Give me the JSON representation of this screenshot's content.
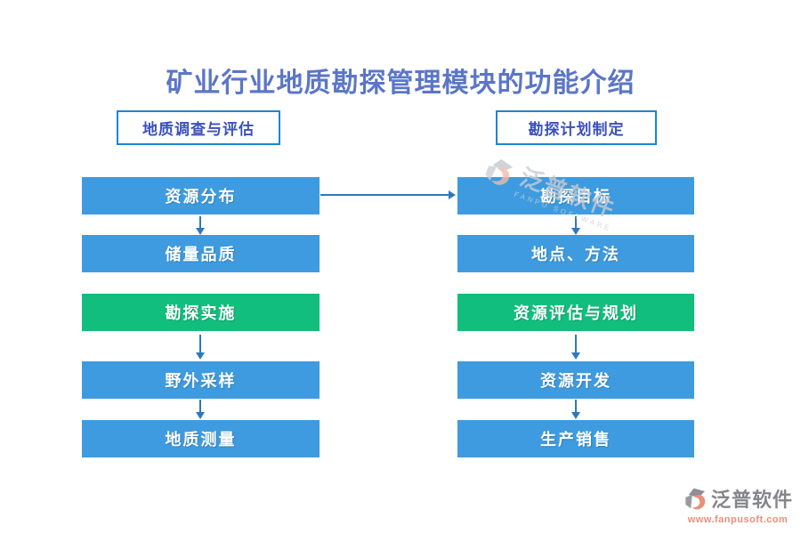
{
  "title": {
    "text": "矿业行业地质勘探管理模块的功能介绍"
  },
  "colors": {
    "box_blue": "#3E9BDF",
    "box_green": "#12BE7D",
    "arrow_blue": "#2E79BE",
    "title_blue": "#5B76C8",
    "header_border": "#1D85D3",
    "header_text": "#3A50BE",
    "logo_gray": "#85858D",
    "logo_salmon": "#E8907A"
  },
  "columns": [
    {
      "header": "地质调查与评估",
      "boxes": [
        {
          "label": "资源分布",
          "variant": "blue"
        },
        {
          "label": "储量品质",
          "variant": "blue"
        },
        {
          "label": "勘探实施",
          "variant": "green"
        },
        {
          "label": "野外采样",
          "variant": "blue"
        },
        {
          "label": "地质测量",
          "variant": "blue"
        }
      ]
    },
    {
      "header": "勘探计划制定",
      "boxes": [
        {
          "label": "勘探目标",
          "variant": "blue"
        },
        {
          "label": "地点、方法",
          "variant": "blue"
        },
        {
          "label": "资源评估与规划",
          "variant": "green"
        },
        {
          "label": "资源开发",
          "variant": "blue"
        },
        {
          "label": "生产销售",
          "variant": "blue"
        }
      ]
    }
  ],
  "connections": [
    "资源分布 → 储量品质",
    "资源分布 → 勘探目标",
    "勘探实施 → 野外采样",
    "野外采样 → 地质测量",
    "勘探目标 → 地点、方法",
    "资源评估与规划 → 资源开发",
    "资源开发 → 生产销售"
  ],
  "watermark": {
    "brand": "泛普软件",
    "subtitle": "FANPU SOFTWARE"
  },
  "footer_logo": {
    "brand": "泛普软件",
    "url": "www.fanpusoft.com"
  }
}
